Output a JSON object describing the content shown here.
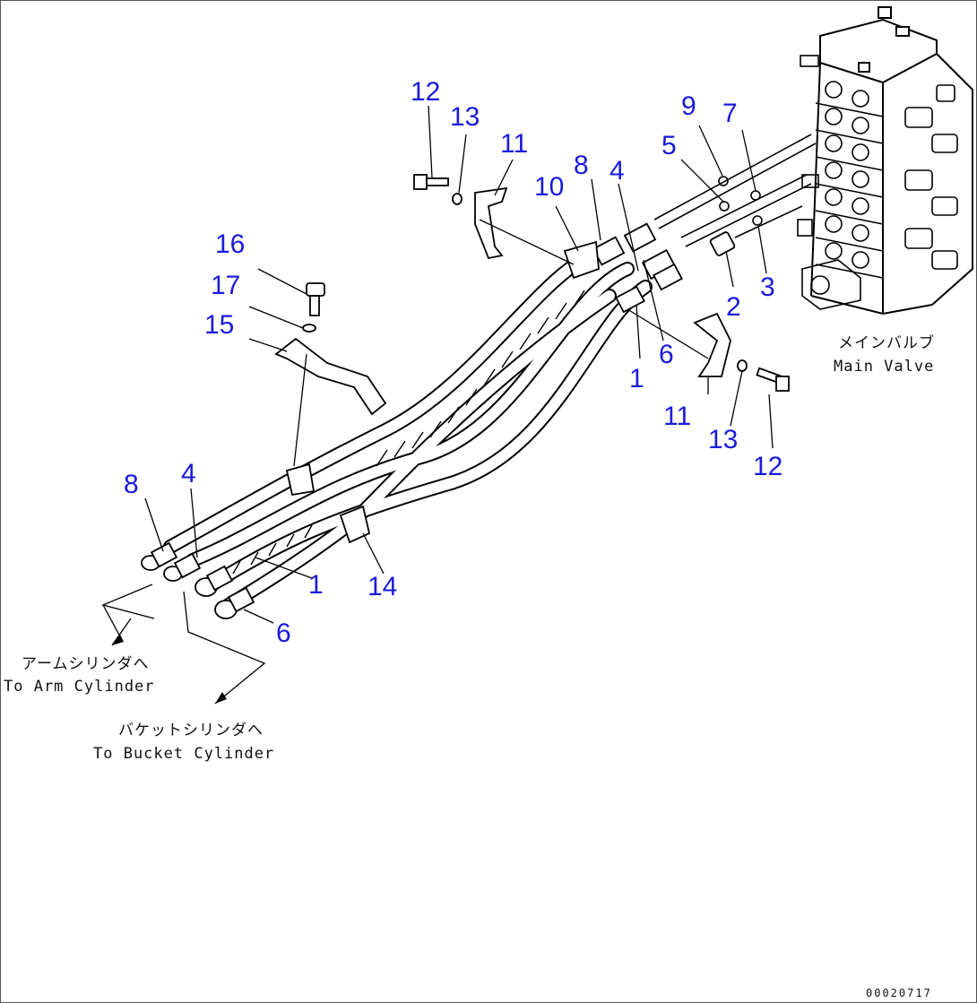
{
  "callouts": {
    "c12a": "12",
    "c13a": "13",
    "c11a": "11",
    "c10": "10",
    "c8a": "8",
    "c4a": "4",
    "c9": "9",
    "c7": "7",
    "c5": "5",
    "c3": "3",
    "c2": "2",
    "c6a": "6",
    "c1a": "1",
    "c11b": "11",
    "c13b": "13",
    "c12b": "12",
    "c16": "16",
    "c17": "17",
    "c15": "15",
    "c8b": "8",
    "c4b": "4",
    "c1b": "1",
    "c14": "14",
    "c6b": "6"
  },
  "labels": {
    "main_valve_jp": "メインバルブ",
    "main_valve_en": "Main Valve",
    "arm_jp": "アームシリンダへ",
    "arm_en": "To Arm Cylinder",
    "bucket_jp": "バケットシリンダへ",
    "bucket_en": "To Bucket Cylinder"
  },
  "doc_id": "00020717",
  "colors": {
    "callout": "#1a1adc",
    "line": "#000000"
  }
}
